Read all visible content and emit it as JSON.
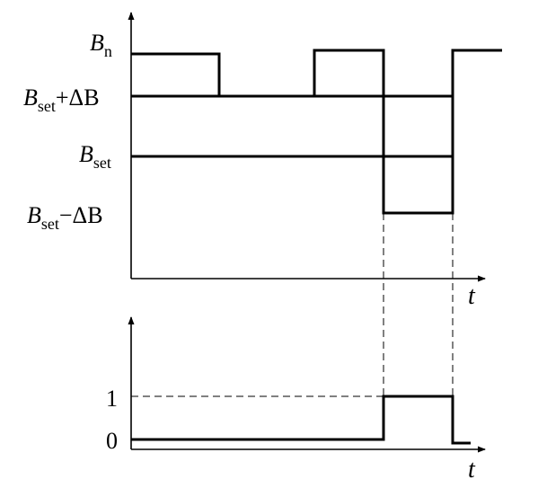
{
  "upper_plot": {
    "level_labels": {
      "b_n": {
        "main": "B",
        "sub": "n"
      },
      "b_set_plus": {
        "main": "B",
        "sub": "set",
        "rest": "+ΔB"
      },
      "b_set": {
        "main": "B",
        "sub": "set"
      },
      "b_set_minus": {
        "main": "B",
        "sub": "set",
        "rest": "−ΔB"
      }
    },
    "time_axis_label": "t"
  },
  "lower_plot": {
    "level_labels": {
      "one": "1",
      "zero": "0"
    },
    "time_axis_label": "t"
  },
  "colors": {
    "line": "#000000",
    "background": "#ffffff"
  }
}
